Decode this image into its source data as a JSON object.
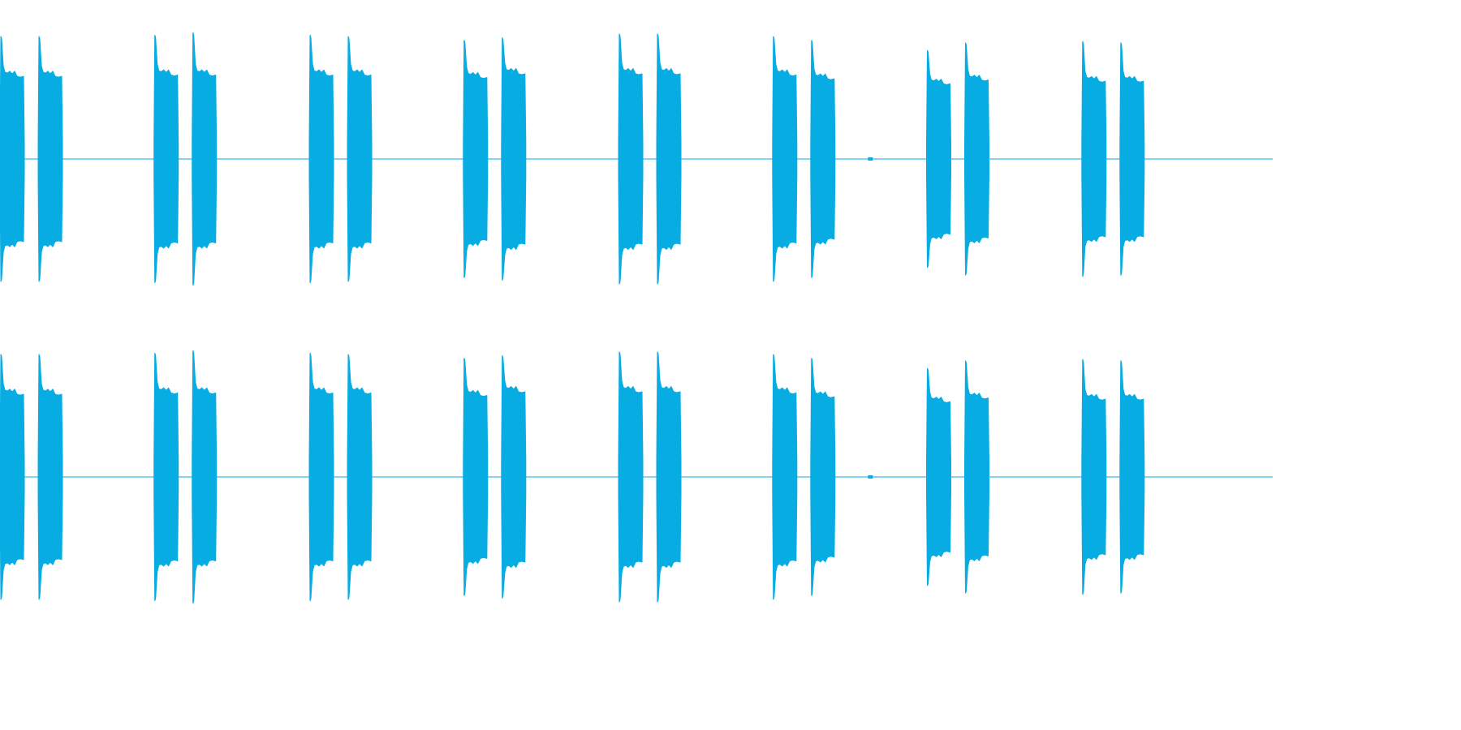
{
  "waveform": {
    "color": "#07ace2",
    "background": "#ffffff",
    "channel_count": 2,
    "duration_fraction_visible": 1.0,
    "channels": [
      {
        "name": "",
        "amplitude_range": [
          -1,
          1
        ]
      },
      {
        "name": "",
        "amplitude_range": [
          -1,
          1
        ]
      }
    ],
    "burst_groups": [
      {
        "start": 0.0,
        "pulses": [
          {
            "peak": 0.97,
            "sustain": 0.66
          },
          {
            "peak": 0.97,
            "sustain": 0.66
          }
        ]
      },
      {
        "start": 0.121,
        "pulses": [
          {
            "peak": 0.98,
            "sustain": 0.67
          },
          {
            "peak": 1.0,
            "sustain": 0.67
          }
        ]
      },
      {
        "start": 0.243,
        "pulses": [
          {
            "peak": 0.98,
            "sustain": 0.67
          },
          {
            "peak": 0.97,
            "sustain": 0.67
          }
        ]
      },
      {
        "start": 0.364,
        "pulses": [
          {
            "peak": 0.94,
            "sustain": 0.65
          },
          {
            "peak": 0.96,
            "sustain": 0.68
          }
        ]
      },
      {
        "start": 0.486,
        "pulses": [
          {
            "peak": 0.99,
            "sustain": 0.68
          },
          {
            "peak": 0.99,
            "sustain": 0.68
          }
        ]
      },
      {
        "start": 0.607,
        "pulses": [
          {
            "peak": 0.97,
            "sustain": 0.67
          },
          {
            "peak": 0.94,
            "sustain": 0.64
          }
        ]
      },
      {
        "start": 0.728,
        "pulses": [
          {
            "peak": 0.86,
            "sustain": 0.6
          },
          {
            "peak": 0.92,
            "sustain": 0.63
          }
        ]
      },
      {
        "start": 0.85,
        "pulses": [
          {
            "peak": 0.93,
            "sustain": 0.62
          },
          {
            "peak": 0.92,
            "sustain": 0.62
          }
        ]
      }
    ],
    "glitch_marks": [
      0.682
    ]
  }
}
